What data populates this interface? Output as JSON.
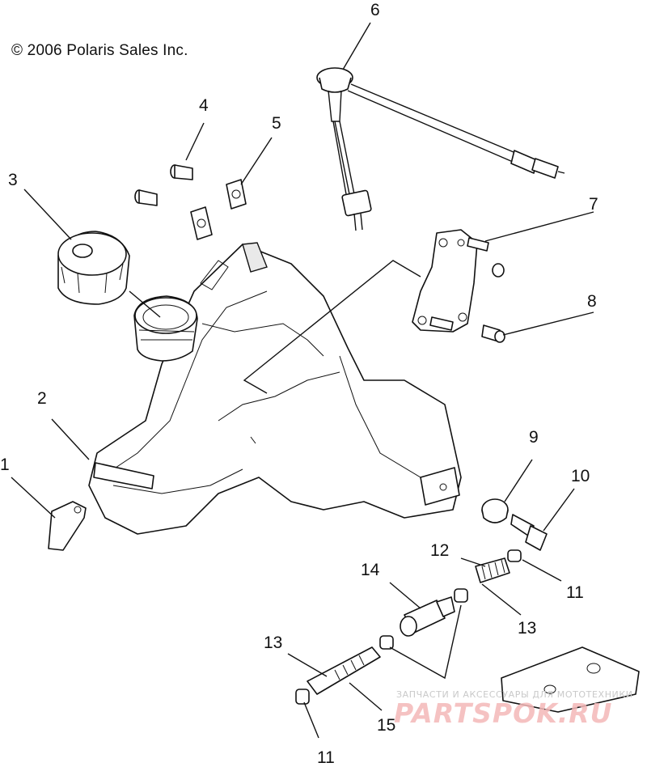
{
  "copyright": "© 2006 Polaris Sales Inc.",
  "callouts": {
    "c1": "1",
    "c2": "2",
    "c3": "3",
    "c4": "4",
    "c5": "5",
    "c6": "6",
    "c7": "7",
    "c8": "8",
    "c9": "9",
    "c10": "10",
    "c11a": "11",
    "c11b": "11",
    "c12": "12",
    "c13a": "13",
    "c13b": "13",
    "c14": "14",
    "c15": "15"
  },
  "watermark": {
    "small": "ЗАПЧАСТИ И АКСЕССУАРЫ ДЛЯ МОТОТЕХНИКИ",
    "big": "PARTSPOK.RU",
    "color": "#f4b8b8"
  }
}
